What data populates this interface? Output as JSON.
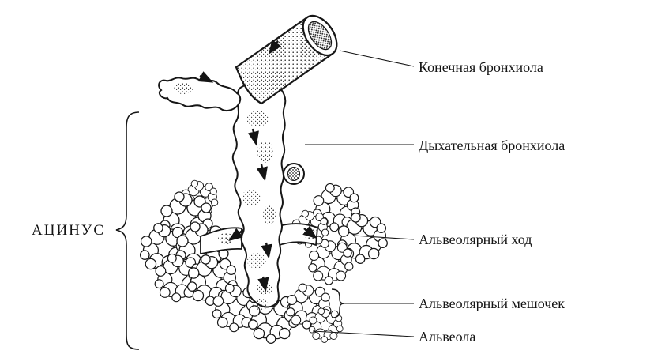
{
  "figure": {
    "type": "anatomical-diagram",
    "subject": "pulmonary acinus",
    "background_color": "#ffffff",
    "ink_color": "#141414"
  },
  "acinus_label": "АЦИНУС",
  "labels": {
    "terminal_bronchiole": "Конечная бронхиола",
    "respiratory_bronchiole": "Дыхательная бронхиола",
    "alveolar_duct": "Альвеолярный ход",
    "alveolar_sac": "Альвеолярный мешочек",
    "alveolus": "Альвеола"
  },
  "icons": {
    "brace": "curly-brace-left",
    "airflow_arrows": "down-arrows"
  }
}
